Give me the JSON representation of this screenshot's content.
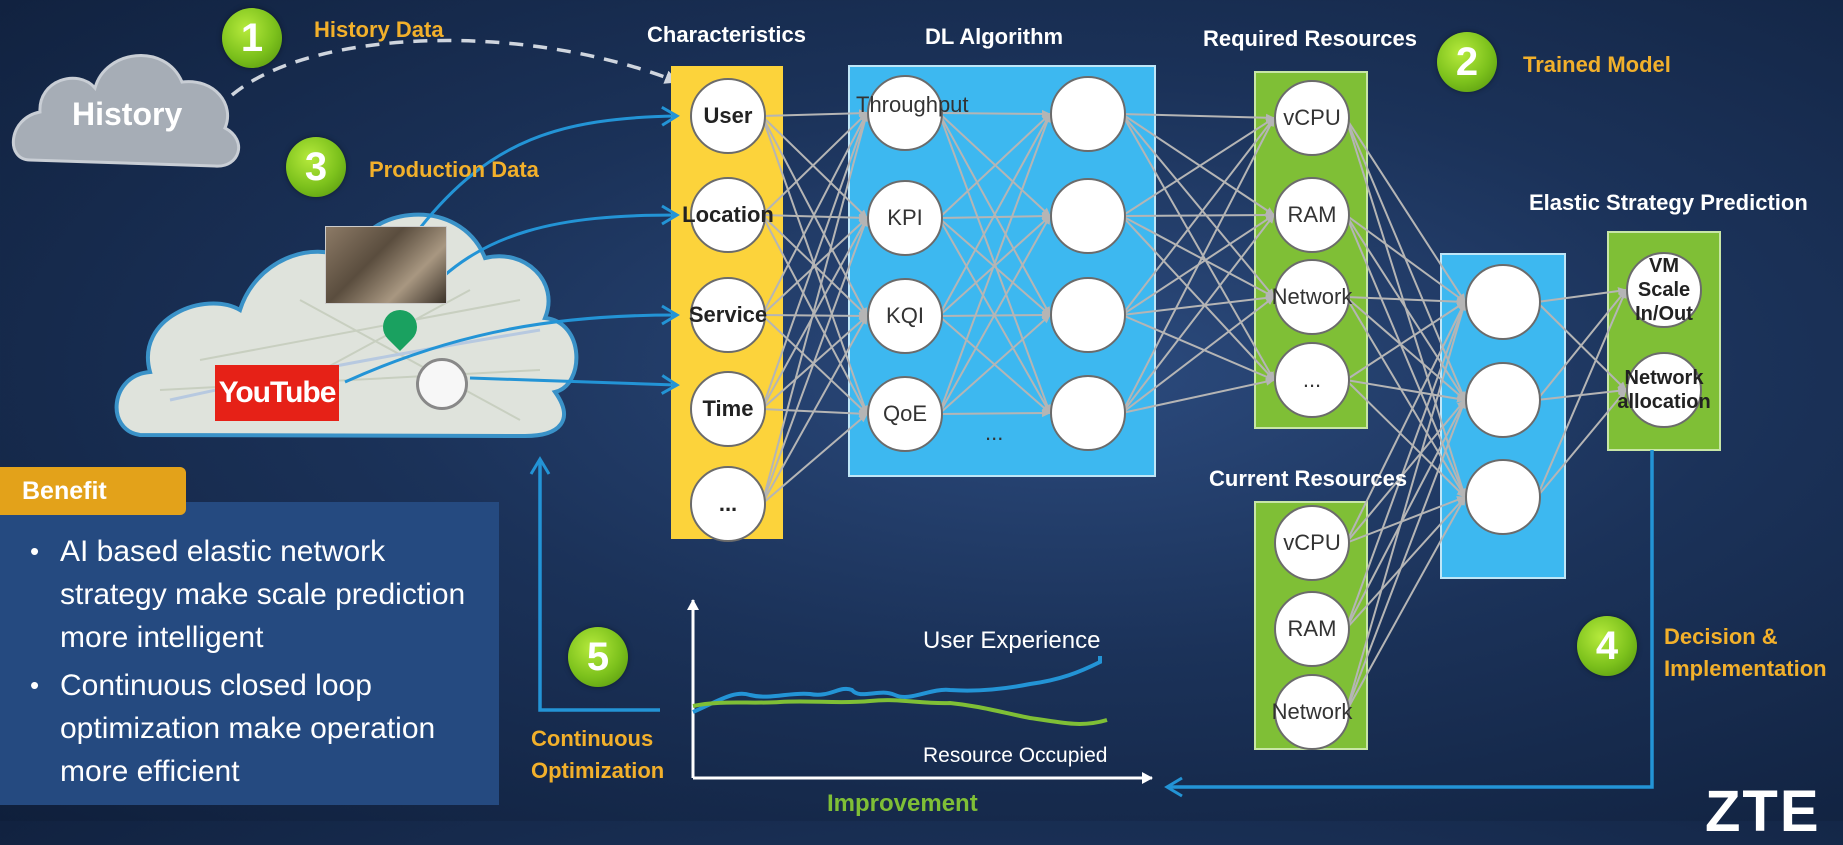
{
  "top_labels": {
    "history_data": "History Data",
    "characteristics": "Characteristics",
    "dl_algorithm": "DL Algorithm",
    "required_resources": "Required Resources",
    "trained_model": "Trained Model",
    "production_data": "Production Data",
    "elastic_strategy": "Elastic Strategy Prediction",
    "current_resources": "Current Resources",
    "decision_line1": "Decision &",
    "decision_line2": "Implementation",
    "continuous_line1": "Continuous",
    "continuous_line2": "Optimization",
    "improvement": "Improvement"
  },
  "badges": [
    "1",
    "2",
    "3",
    "4",
    "5"
  ],
  "history_cloud": "History",
  "production_cloud": {
    "youtube": "YouTube"
  },
  "characteristics": [
    "User",
    "Location",
    "Service",
    "Time",
    "..."
  ],
  "dl_inputs": [
    "Throughput",
    "KPI",
    "KQI",
    "QoE"
  ],
  "dl_ellipsis": "...",
  "required": [
    "vCPU",
    "RAM",
    "Network",
    "..."
  ],
  "current": [
    "vCPU",
    "RAM",
    "Network"
  ],
  "strategy": [
    "VM Scale In/Out",
    "Network allocation"
  ],
  "benefit": {
    "title": "Benefit",
    "items": [
      "AI based elastic network strategy make scale prediction more intelligent",
      "Continuous closed loop optimization make operation more efficient"
    ]
  },
  "graph": {
    "user_experience": "User Experience",
    "resource_occupied": "Resource Occupied"
  },
  "logo": "ZTE",
  "colors": {
    "yellow": "#fcd33b",
    "cyan": "#3db8f0",
    "green": "#7fbf36",
    "orange": "#f2b02b",
    "arrow_blue": "#2394d6"
  }
}
